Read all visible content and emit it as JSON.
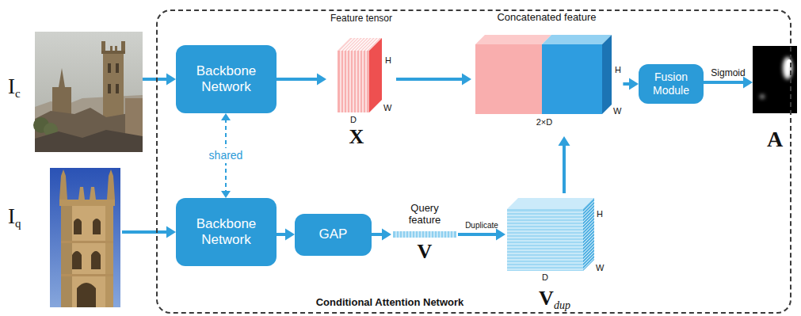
{
  "diagram": {
    "nodes": [
      {
        "text": [
          "Ic"
        ]
      },
      {
        "text": [
          "Conditional Attention Network"
        ]
      },
      {
        "text": [
          "Backbone Network"
        ],
        "in": 1
      },
      {
        "text": [
          "Feature tensor",
          "H",
          "D",
          "W",
          "X"
        ],
        "in": 1
      },
      {
        "text": [
          "Concatenated feature",
          "H",
          "2×D",
          "W"
        ],
        "in": 1
      },
      {
        "text": [
          "Fusion Module"
        ],
        "in": 1
      },
      {
        "text": [
          "A"
        ]
      },
      {
        "text": [
          "Iq"
        ]
      },
      {
        "text": [
          "Backbone Network"
        ],
        "in": 1
      },
      {
        "text": [
          "GAP"
        ],
        "in": 1
      },
      {
        "text": [
          "Query feature",
          "V"
        ],
        "in": 1
      },
      {
        "text": [
          "H",
          "D",
          "W",
          "Vdup"
        ],
        "in": 1
      }
    ],
    "edges": [
      {
        "from": 0,
        "to": 2,
        "arrow": "to"
      },
      {
        "from": 2,
        "to": 3,
        "arrow": "to"
      },
      {
        "from": 3,
        "to": 4,
        "arrow": "to"
      },
      {
        "from": 4,
        "to": 5,
        "arrow": "to"
      },
      {
        "from": 5,
        "to": 6,
        "label": "Sigmoid",
        "arrow": "to"
      },
      {
        "from": 2,
        "to": 8,
        "label": "shared",
        "arrow": "both"
      },
      {
        "from": 7,
        "to": 8,
        "arrow": "to"
      },
      {
        "from": 8,
        "to": 9,
        "arrow": "to"
      },
      {
        "from": 9,
        "to": 10,
        "arrow": "to"
      },
      {
        "from": 10,
        "to": 11,
        "label": "Duplicate",
        "arrow": "to"
      },
      {
        "from": 11,
        "to": 4,
        "arrow": "to"
      }
    ]
  }
}
